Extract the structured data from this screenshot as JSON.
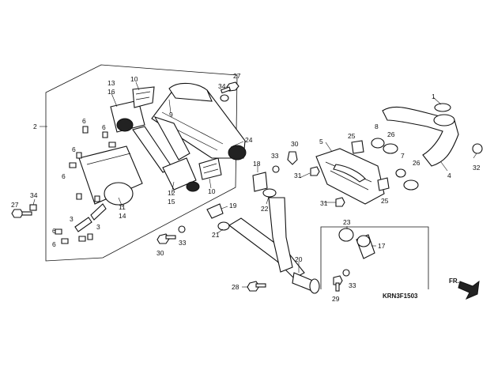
{
  "diagram": {
    "code": "KRN3F1503",
    "direction_label": "FR.",
    "callouts": [
      "1",
      "2",
      "3",
      "3",
      "4",
      "5",
      "6",
      "6",
      "6",
      "6",
      "6",
      "6",
      "7",
      "8",
      "9",
      "10",
      "10",
      "11",
      "12",
      "13",
      "14",
      "15",
      "16",
      "17",
      "18",
      "19",
      "20",
      "21",
      "22",
      "23",
      "24",
      "25",
      "25",
      "26",
      "26",
      "27",
      "27",
      "28",
      "29",
      "30",
      "30",
      "31",
      "31",
      "32",
      "33",
      "33",
      "33",
      "34",
      "34"
    ]
  }
}
